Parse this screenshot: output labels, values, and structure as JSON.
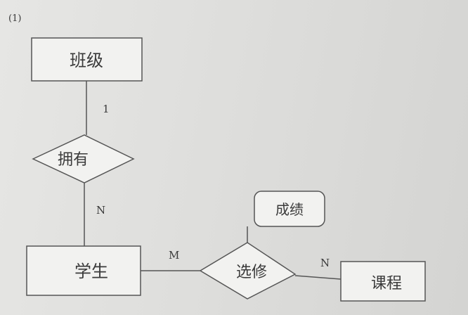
{
  "figure_label": "(1)",
  "entities": {
    "class": "班级",
    "student": "学生",
    "course": "课程"
  },
  "relationships": {
    "has": "拥有",
    "enroll": "选修"
  },
  "attributes": {
    "grade": "成绩"
  },
  "cardinalities": {
    "class_has": "1",
    "has_student": "N",
    "student_enroll": "M",
    "enroll_course": "N"
  }
}
